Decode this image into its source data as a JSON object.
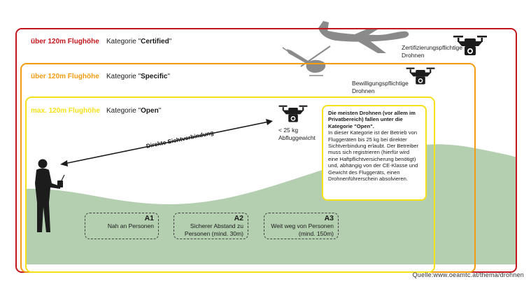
{
  "categories": {
    "certified": {
      "height_label": "über 120m Flughöhe",
      "prefix": "Kategorie \"",
      "name": "Certified",
      "suffix": "\"",
      "drone_label_1": "Zertifizierungspflichtige",
      "drone_label_2": "Drohnen",
      "color": "#c4161c"
    },
    "specific": {
      "height_label": "über 120m Flughöhe",
      "prefix": "Kategorie \"",
      "name": "Specific",
      "suffix": "\"",
      "drone_label_1": "Bewilligungspflichtige",
      "drone_label_2": "Drohnen",
      "color": "#f39c12"
    },
    "open": {
      "height_label": "max. 120m Flughöhe",
      "prefix": "Kategorie \"",
      "name": "Open",
      "suffix": "\"",
      "drone_label_1": "< 25 kg",
      "drone_label_2": "Abfluggewicht",
      "color": "#f5e11b"
    }
  },
  "line_of_sight_label": "Direkte Sichtverbindung",
  "infobox": {
    "headline": "Die meisten Drohnen (vor allem im Privatbereich) fallen unter die Kategorie \"Open\".",
    "body": "In dieser Kategorie ist der Betrieb von Fluggeräten bis 25 kg bei direkter Sichtverbindung erlaubt. Der Betreiber muss sich registrieren (hierfür wird eine Haftpflichtversicherung benötigt) und, abhängig von der CE-Klasse und Gewicht des Fluggeräts, einen Drohnenführerschein absolvieren."
  },
  "zones": [
    {
      "code": "A1",
      "line1": "Nah an Personen",
      "line2": ""
    },
    {
      "code": "A2",
      "line1": "Sicherer Abstand zu",
      "line2": "Personen (mind. 30m)"
    },
    {
      "code": "A3",
      "line1": "Weit weg von Personen",
      "line2": "(mind. 150m)"
    }
  ],
  "source": "Quelle:www.oeamtc.at/thema/drohnen",
  "colors": {
    "ground": "#b3cfb0",
    "silhouette": "#1c1c1c",
    "aircraft": "#8a8a8a"
  }
}
